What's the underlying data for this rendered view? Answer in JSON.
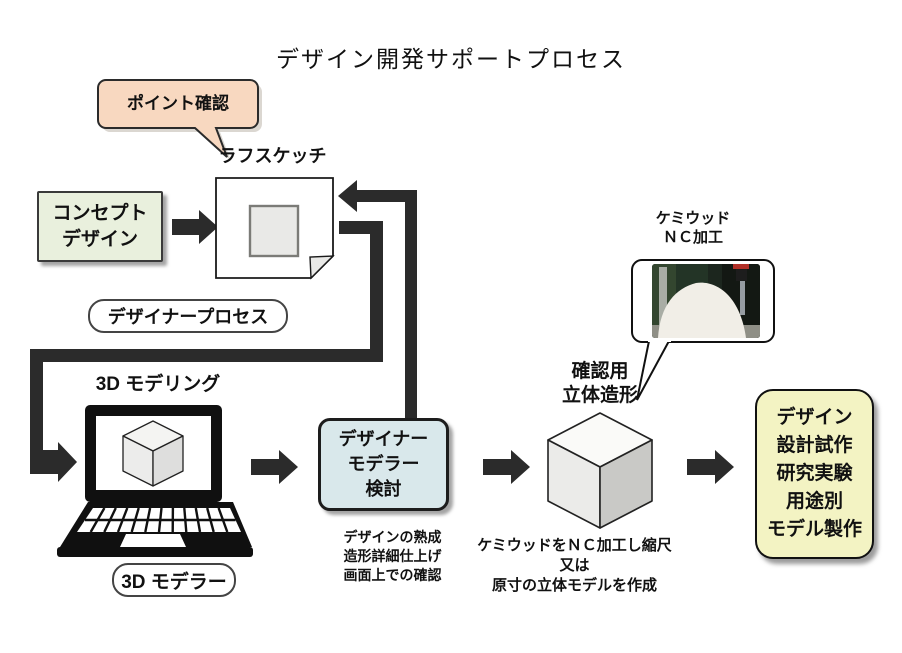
{
  "title": "デザイン開発サポートプロセス",
  "colors": {
    "ink": "#2b2b2b",
    "bubble_peach": "#f8d8c0",
    "concept_green": "#e9f0dd",
    "review_blue": "#d9e8eb",
    "output_yellow": "#f3f3c3"
  },
  "point_check": {
    "label": "ポイント確認"
  },
  "sketch": {
    "label": "ラフスケッチ"
  },
  "concept": {
    "lines": [
      "コンセプト",
      "デザイン"
    ]
  },
  "designer_process": {
    "label": "デザイナープロセス"
  },
  "modeling": {
    "label": "3D モデリング"
  },
  "modeler": {
    "label": "3D モデラー"
  },
  "review": {
    "lines": [
      "デザイナー",
      "モデラー",
      "検討"
    ],
    "notes": [
      "デザインの熟成",
      "造形詳細仕上げ",
      "画面上での確認"
    ]
  },
  "nc": {
    "lines": [
      "ケミウッド",
      "ＮＣ加工"
    ]
  },
  "solid": {
    "lines": [
      "確認用",
      "立体造形"
    ],
    "notes": [
      "ケミウッドをＮＣ加工し縮尺",
      "又は",
      "原寸の立体モデルを作成"
    ]
  },
  "output": {
    "lines": [
      "デザイン",
      "設計試作",
      "研究実験",
      "用途別",
      "モデル製作"
    ]
  }
}
